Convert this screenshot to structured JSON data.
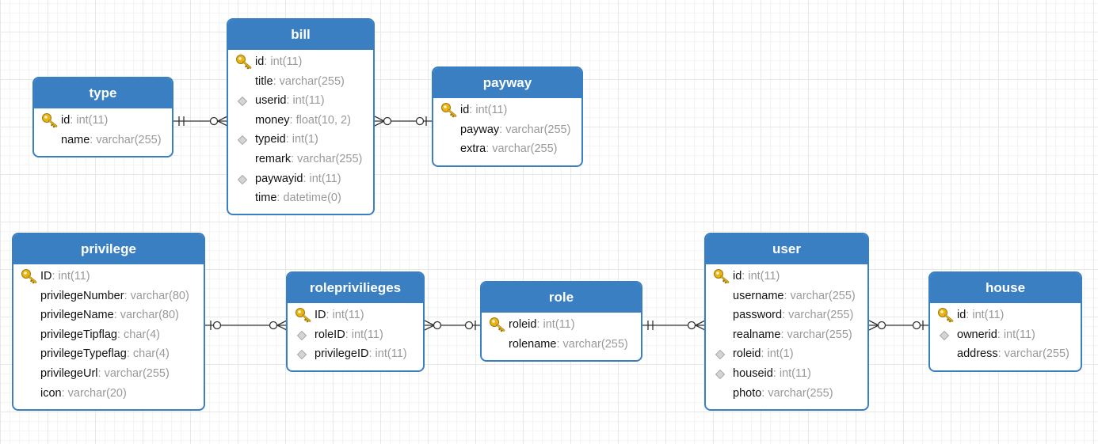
{
  "entities": {
    "type": {
      "title": "type",
      "fields": [
        {
          "name": "id",
          "type": ": int(11)",
          "icon": "key-icon"
        },
        {
          "name": "name",
          "type": ": varchar(255)",
          "icon": "none"
        }
      ]
    },
    "bill": {
      "title": "bill",
      "fields": [
        {
          "name": "id",
          "type": ": int(11)",
          "icon": "key-icon"
        },
        {
          "name": "title",
          "type": ": varchar(255)",
          "icon": "none"
        },
        {
          "name": "userid",
          "type": ": int(11)",
          "icon": "diamond-icon"
        },
        {
          "name": "money",
          "type": ": float(10, 2)",
          "icon": "none"
        },
        {
          "name": "typeid",
          "type": ": int(1)",
          "icon": "diamond-icon"
        },
        {
          "name": "remark",
          "type": ": varchar(255)",
          "icon": "none"
        },
        {
          "name": "paywayid",
          "type": ": int(11)",
          "icon": "diamond-icon"
        },
        {
          "name": "time",
          "type": ": datetime(0)",
          "icon": "none"
        }
      ]
    },
    "payway": {
      "title": "payway",
      "fields": [
        {
          "name": "id",
          "type": ": int(11)",
          "icon": "key-icon"
        },
        {
          "name": "payway",
          "type": ": varchar(255)",
          "icon": "none"
        },
        {
          "name": "extra",
          "type": ": varchar(255)",
          "icon": "none"
        }
      ]
    },
    "privilege": {
      "title": "privilege",
      "fields": [
        {
          "name": "ID",
          "type": ": int(11)",
          "icon": "key-icon"
        },
        {
          "name": "privilegeNumber",
          "type": ": varchar(80)",
          "icon": "none"
        },
        {
          "name": "privilegeName",
          "type": ": varchar(80)",
          "icon": "none"
        },
        {
          "name": "privilegeTipflag",
          "type": ": char(4)",
          "icon": "none"
        },
        {
          "name": "privilegeTypeflag",
          "type": ": char(4)",
          "icon": "none"
        },
        {
          "name": "privilegeUrl",
          "type": ": varchar(255)",
          "icon": "none"
        },
        {
          "name": "icon",
          "type": ": varchar(20)",
          "icon": "none"
        }
      ]
    },
    "roleprivilieges": {
      "title": "roleprivilieges",
      "fields": [
        {
          "name": "ID",
          "type": ": int(11)",
          "icon": "key-icon"
        },
        {
          "name": "roleID",
          "type": ": int(11)",
          "icon": "diamond-icon"
        },
        {
          "name": "privilegeID",
          "type": ": int(11)",
          "icon": "diamond-icon"
        }
      ]
    },
    "role": {
      "title": "role",
      "fields": [
        {
          "name": "roleid",
          "type": ": int(11)",
          "icon": "key-icon"
        },
        {
          "name": "rolename",
          "type": ": varchar(255)",
          "icon": "none"
        }
      ]
    },
    "user": {
      "title": "user",
      "fields": [
        {
          "name": "id",
          "type": ": int(11)",
          "icon": "key-icon"
        },
        {
          "name": "username",
          "type": ": varchar(255)",
          "icon": "none"
        },
        {
          "name": "password",
          "type": ": varchar(255)",
          "icon": "none"
        },
        {
          "name": "realname",
          "type": ": varchar(255)",
          "icon": "none"
        },
        {
          "name": "roleid",
          "type": ": int(1)",
          "icon": "diamond-icon"
        },
        {
          "name": "houseid",
          "type": ": int(11)",
          "icon": "diamond-icon"
        },
        {
          "name": "photo",
          "type": ": varchar(255)",
          "icon": "none"
        }
      ]
    },
    "house": {
      "title": "house",
      "fields": [
        {
          "name": "id",
          "type": ": int(11)",
          "icon": "key-icon"
        },
        {
          "name": "ownerid",
          "type": ": int(11)",
          "icon": "diamond-icon"
        },
        {
          "name": "address",
          "type": ": varchar(255)",
          "icon": "none"
        }
      ]
    }
  },
  "colors": {
    "header": "#3a7fc1",
    "border": "#3a7fc1",
    "key": "#e8b419",
    "diamond": "#c9c9c9",
    "link": "#333333"
  }
}
